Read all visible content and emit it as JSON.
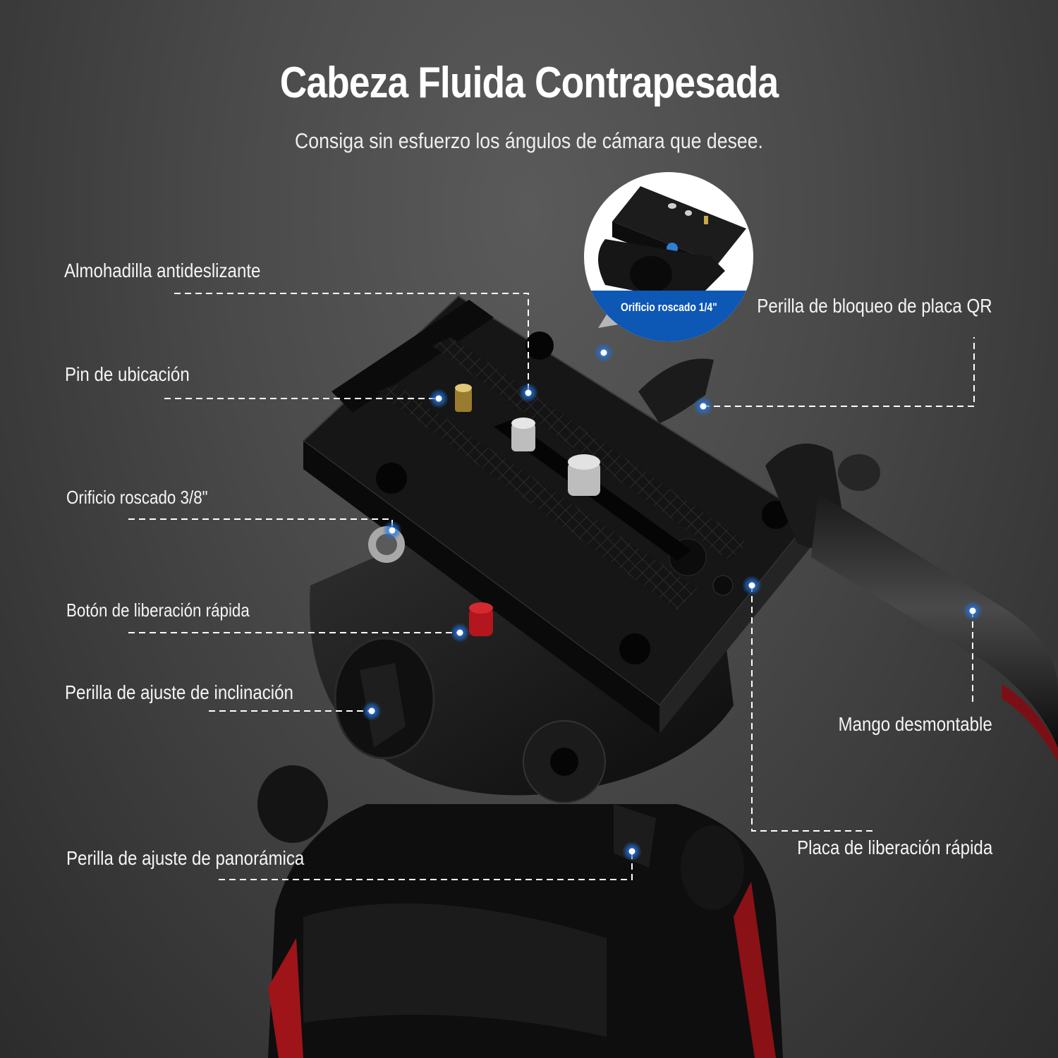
{
  "header": {
    "title": "Cabeza Fluida Contrapesada",
    "subtitle": "Consiga sin esfuerzo los ángulos de cámara que desee."
  },
  "inset": {
    "label": "Orificio roscado 1/4\"",
    "band_color": "#0d57b5"
  },
  "callouts": {
    "left": [
      {
        "label": "Almohadilla antideslizante"
      },
      {
        "label": "Pin de ubicación"
      },
      {
        "label": "Orificio roscado 3/8\""
      },
      {
        "label": "Botón de liberación rápida"
      },
      {
        "label": "Perilla de ajuste de inclinación"
      },
      {
        "label": "Perilla de ajuste de panorámica"
      }
    ],
    "right": [
      {
        "label": "Perilla de bloqueo de placa QR"
      },
      {
        "label": "Mango desmontable"
      },
      {
        "label": "Placa de liberación rápida"
      }
    ]
  },
  "colors": {
    "background": "#4a4a4a",
    "marker_blue": "#1e6fd9",
    "accent_red": "#c0161c",
    "brass": "#c9a94a",
    "leader_line": "#ffffff"
  }
}
